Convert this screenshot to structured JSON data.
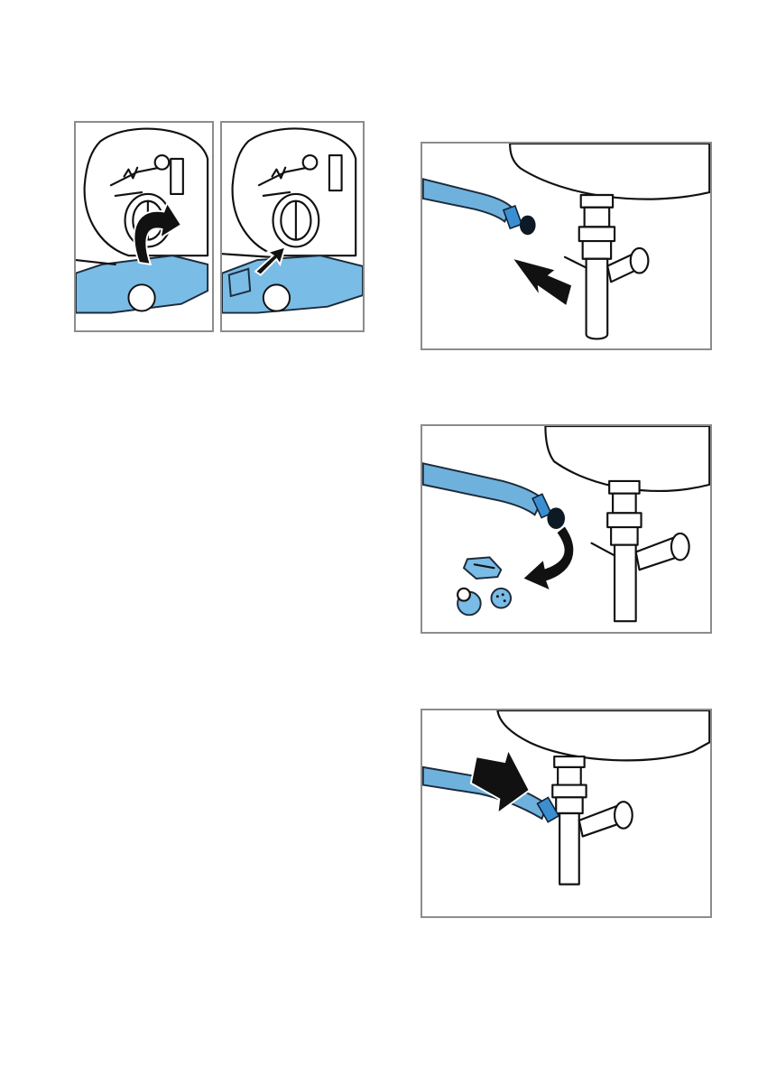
{
  "figures": [
    {
      "id": "fig-a",
      "description": ""
    },
    {
      "id": "fig-b",
      "description": ""
    },
    {
      "id": "fig-c",
      "description": ""
    },
    {
      "id": "fig-d",
      "description": ""
    },
    {
      "id": "fig-e",
      "description": ""
    }
  ],
  "colors": {
    "frame_border": "#8c8c8c",
    "hose_blue": "#6fb1dd",
    "clamp_blue": "#3b8fd1",
    "line": "#111111"
  },
  "icons": [
    "curved-arrow-icon",
    "straight-arrow-icon",
    "step-number-circle-icon"
  ]
}
